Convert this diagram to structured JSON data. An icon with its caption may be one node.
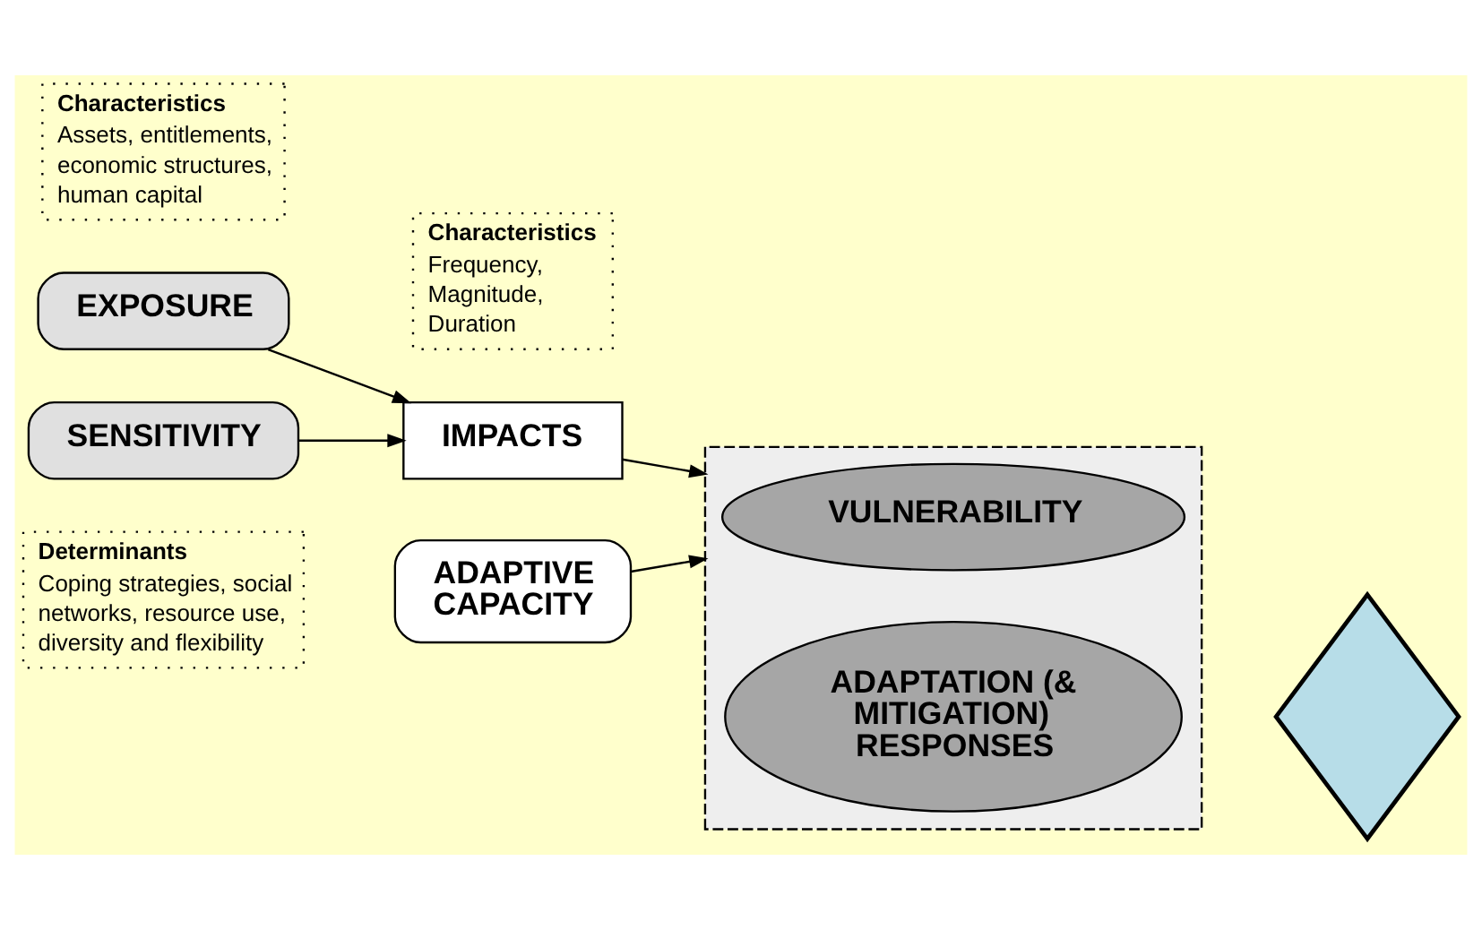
{
  "diagram": {
    "nodes": [
      {
        "text": [
          "EXPOSURE"
        ]
      },
      {
        "text": [
          "Characteristics",
          "Frequency, Magnitude, Duration"
        ]
      },
      {
        "text": [
          "Determinants",
          "Coping strategies, social networks, resource use, diversity and flexibility"
        ]
      },
      {
        "text": [
          "IMPACTS"
        ]
      },
      {
        "text": [
          "ADAPTIVE CAPACITY"
        ]
      },
      {
        "text": [
          "SENSITIVITY"
        ]
      },
      {
        "text": [],
        "shape": "box"
      },
      {
        "text": [
          "VULNERABILITY"
        ],
        "in": 6
      },
      {
        "text": [
          "ADAPTATION (& MITIGATION) RESPONSES"
        ],
        "in": 6
      },
      {
        "text": [
          "Characteristics",
          "Assets, entitlements, economic structures, human capital"
        ]
      },
      {
        "text": [],
        "shape": "diamond"
      }
    ],
    "edges": [
      {
        "from": 0,
        "to": 3,
        "arrow": "to"
      },
      {
        "from": 5,
        "to": 3,
        "arrow": "to"
      },
      {
        "from": 3,
        "to": 6,
        "arrow": "to"
      },
      {
        "from": 4,
        "to": 6,
        "arrow": "to"
      }
    ]
  }
}
